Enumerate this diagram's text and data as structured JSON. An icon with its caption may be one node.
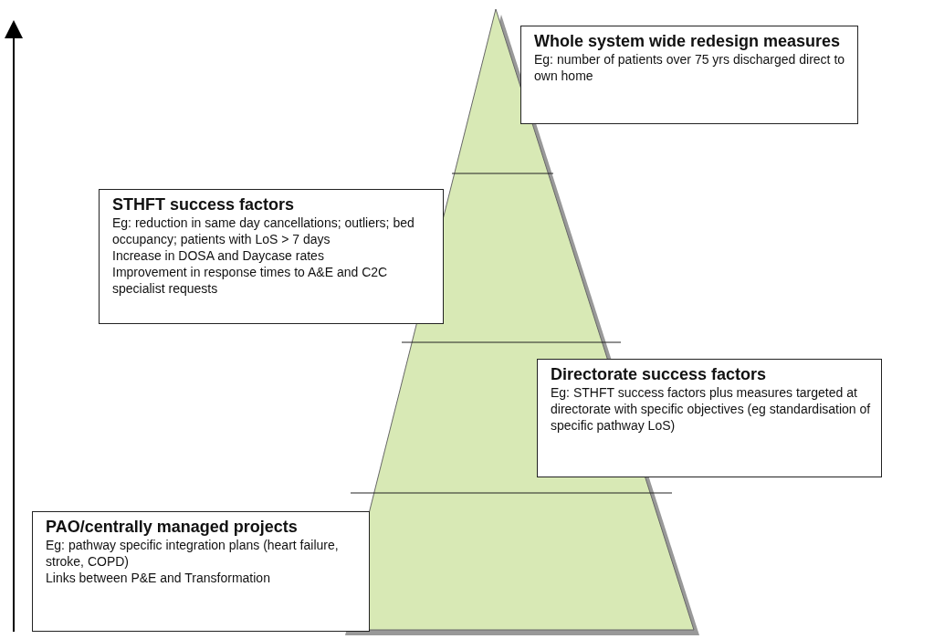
{
  "diagram": {
    "nodes": [
      {
        "text": [
          "Whole system wide redesign measures",
          "Eg: number of patients over 75 yrs discharged direct to own home"
        ]
      },
      {
        "text": [
          "STHFT success factors",
          "Eg: reduction in same day cancellations; outliers; bed occupancy; patients with LoS > 7 days",
          "Increase in DOSA and Daycase rates",
          "Improvement in response times to A&E and C2C specialist requests"
        ]
      },
      {
        "text": [
          "Directorate success factors",
          "Eg: STHFT success factors plus measures targeted at directorate with specific objectives (eg standardisation of specific pathway LoS)"
        ]
      },
      {
        "text": [
          "PAO/centrally managed projects",
          "Eg: pathway specific integration plans (heart failure, stroke, COPD)",
          "Links between P&E and Transformation"
        ]
      }
    ],
    "edges": []
  }
}
